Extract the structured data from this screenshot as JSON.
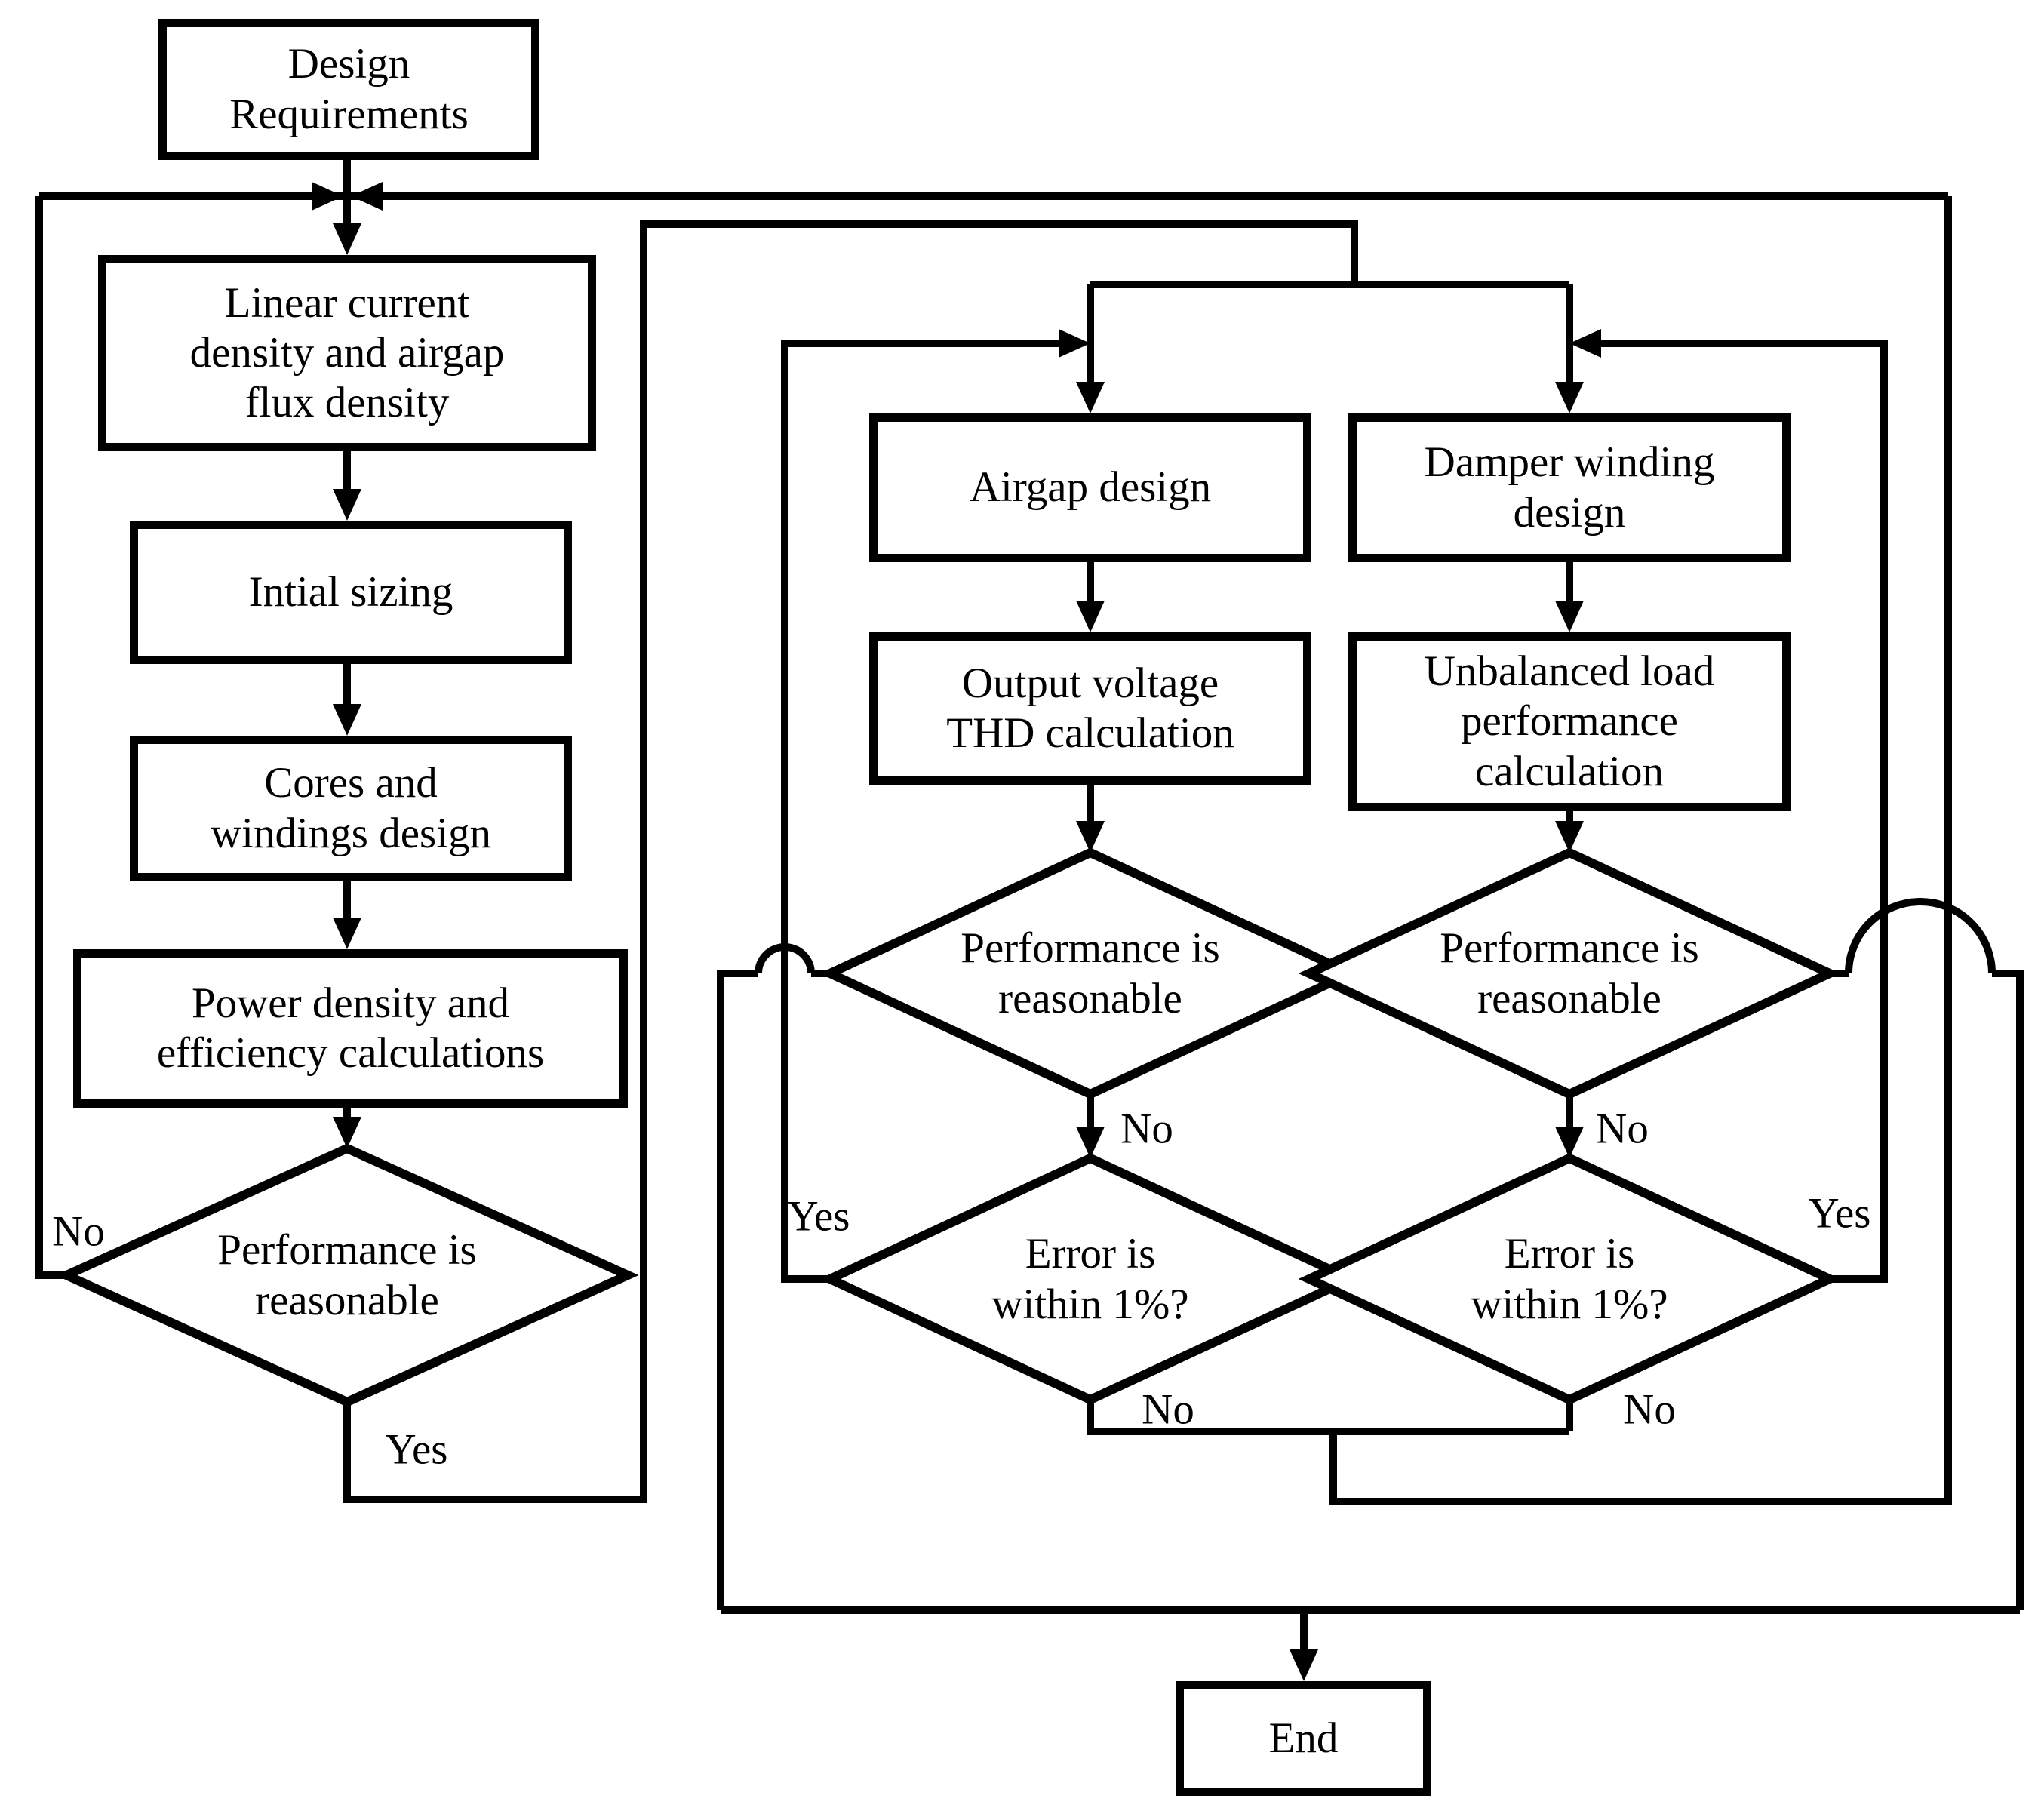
{
  "flowchart": {
    "nodes": {
      "design_requirements": "Design\nRequirements",
      "linear_current_density": "Linear current\ndensity and airgap\nflux density",
      "initial_sizing": "Intial sizing",
      "cores_windings": "Cores and\nwindings design",
      "power_density": "Power density and\nefficiency calculations",
      "airgap_design": "Airgap design",
      "output_thd": "Output voltage\nTHD calculation",
      "damper_winding": "Damper winding\ndesign",
      "unbalanced_load": "Unbalanced load\nperformance\ncalculation",
      "end": "End"
    },
    "decisions": {
      "initial_performance": "Performance is\nreasonable",
      "thd_performance": "Performance is\nreasonable",
      "unbalanced_performance": "Performance is\nreasonable",
      "thd_error": "Error is\nwithin 1%?",
      "unbalanced_error": "Error is\nwithin 1%?"
    },
    "edge_labels": {
      "initial_no": "No",
      "initial_yes": "Yes",
      "thd_perf_no": "No",
      "thd_error_yes": "Yes",
      "thd_error_no": "No",
      "unbalanced_perf_no": "No",
      "unbalanced_error_yes": "Yes",
      "unbalanced_error_no": "No"
    },
    "colors": {
      "line": "#000000",
      "background": "#ffffff",
      "text": "#000000"
    }
  }
}
